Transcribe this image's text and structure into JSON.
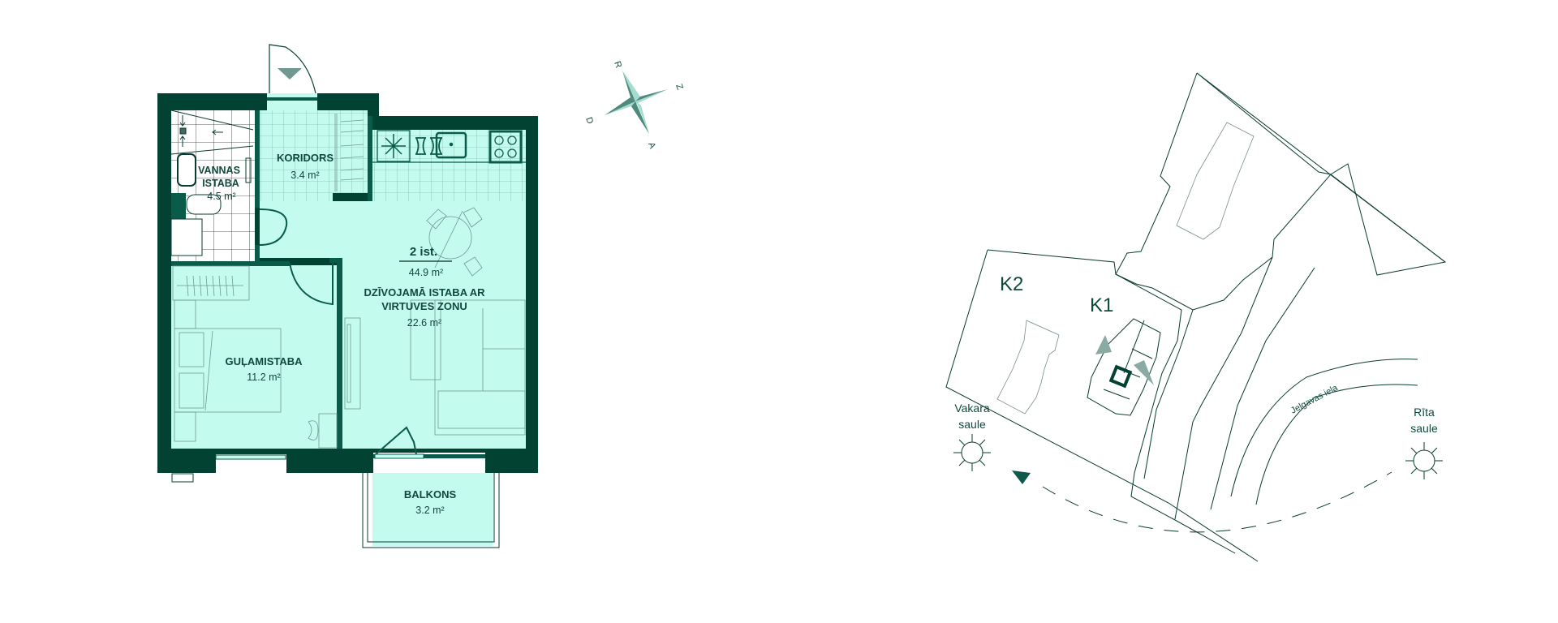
{
  "colors": {
    "wall": "#024232",
    "wall_inner": "#0a5c4a",
    "floor": "#c4fbef",
    "tile_line": "#8fb8ae",
    "text": "#0e4a3c",
    "compass_dark": "#4d8a7d",
    "compass_light": "#a6dccf",
    "marker_gray": "#8aaaa3"
  },
  "floorplan": {
    "summary": {
      "rooms": "2 ist.",
      "total_area": "44.9 m²"
    },
    "rooms": [
      {
        "id": "bathroom",
        "name_line1": "VANNAS",
        "name_line2": "ISTABA",
        "area": "4.5 m²"
      },
      {
        "id": "corridor",
        "name": "KORIDORS",
        "area": "3.4 m²"
      },
      {
        "id": "living",
        "name_line1": "DZĪVOJAMĀ ISTABA AR",
        "name_line2": "VIRTUVES ZONU",
        "area": "22.6 m²"
      },
      {
        "id": "bedroom",
        "name": "GUĻAMISTABA",
        "area": "11.2 m²"
      },
      {
        "id": "balcony",
        "name": "BALKONS",
        "area": "3.2 m²"
      }
    ]
  },
  "compass": {
    "north": "Z",
    "east": "A",
    "south": "D",
    "west": "R"
  },
  "site_plan": {
    "buildings": [
      {
        "label": "K2"
      },
      {
        "label": "K1"
      }
    ],
    "street": "Jelgavas iela",
    "sun_west": {
      "line1": "Vakara",
      "line2": "saule"
    },
    "sun_east": {
      "line1": "Rīta",
      "line2": "saule"
    }
  }
}
